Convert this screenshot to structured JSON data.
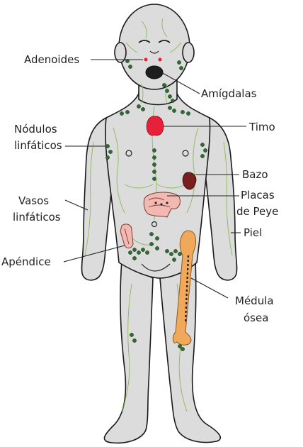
{
  "labels": {
    "adenoides": "Adenoides",
    "amigdalas": "Amígdalas",
    "nodulos_1": "Nódulos",
    "nodulos_2": "linfáticos",
    "timo": "Timo",
    "bazo": "Bazo",
    "vasos_1": "Vasos",
    "vasos_2": "linfáticos",
    "placas_1": "Placas",
    "placas_2": "de Peye",
    "piel": "Piel",
    "apendice": "Apéndice",
    "medula_1": "Médula",
    "medula_2": "ósea"
  },
  "colors": {
    "skin": "#dcdcdc",
    "outline": "#1a1a1a",
    "vessel": "#7fb13f",
    "node": "#2f6b35",
    "thymus": "#e8213a",
    "spleen": "#7a1f1f",
    "intestine": "#f2b9b2",
    "bone": "#f0a85a"
  }
}
